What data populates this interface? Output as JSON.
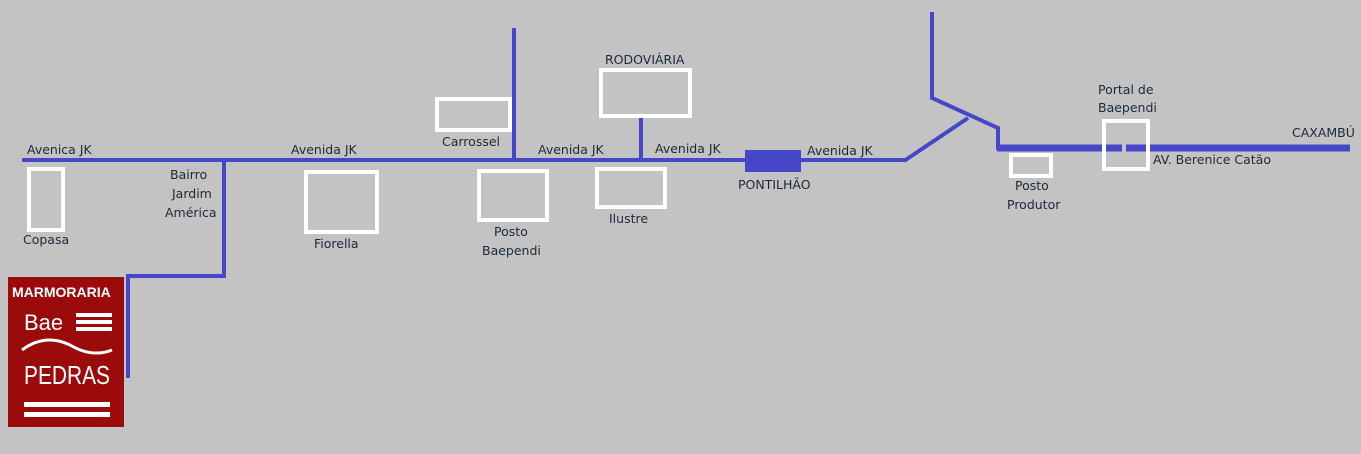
{
  "colors": {
    "background": "#c3c3c3",
    "road": "#4646c8",
    "landmark": "#ffffff",
    "logo": "#9b0b0b"
  },
  "roads": {
    "avenida_jk_labels": [
      "Avenica JK",
      "Avenida JK",
      "Avenida JK",
      "Avenida JK",
      "Avenida JK"
    ],
    "pontilhao": "PONTILHÃO",
    "berenice": "AV. Berenice Catão",
    "caxambu": "CAXAMBÚ"
  },
  "landmarks": {
    "copasa": "Copasa",
    "bairro": [
      "Bairro",
      "Jardim",
      "América"
    ],
    "fiorella": "Fiorella",
    "carrossel": "Carrossel",
    "posto_baependi": [
      "Posto",
      "Baependi"
    ],
    "rodoviaria": "RODOVIÁRIA",
    "ilustre": "Ilustre",
    "posto_produtor": [
      "Posto",
      "Produtor"
    ],
    "portal": [
      "Portal de",
      "Baependi"
    ]
  },
  "logo": {
    "line1": "MARMORARIA",
    "line2": "Bae",
    "line3": "PEDRAS"
  }
}
